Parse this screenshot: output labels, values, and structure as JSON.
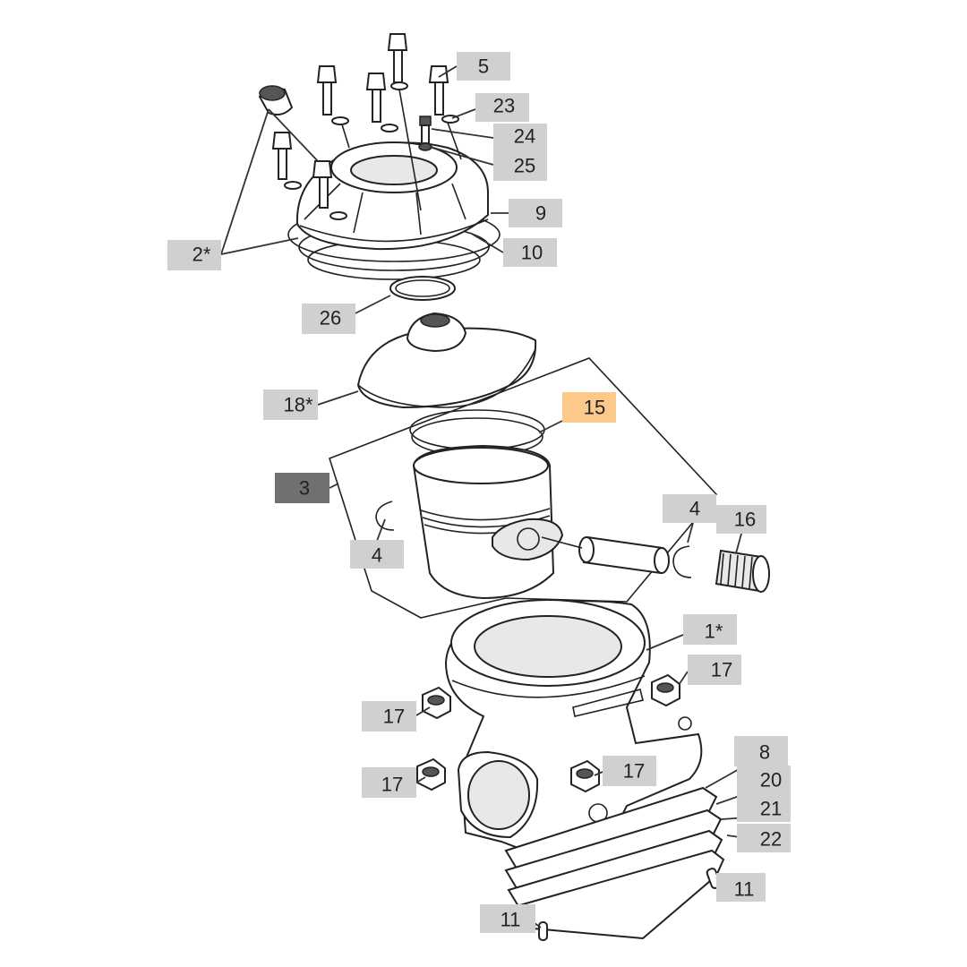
{
  "callouts": [
    {
      "id": "5",
      "label": "5"
    },
    {
      "id": "23",
      "label": "23"
    },
    {
      "id": "24",
      "label": "24"
    },
    {
      "id": "25",
      "label": "25"
    },
    {
      "id": "9",
      "label": "9"
    },
    {
      "id": "10",
      "label": "10"
    },
    {
      "id": "2",
      "label": "2*"
    },
    {
      "id": "26",
      "label": "26"
    },
    {
      "id": "18",
      "label": "18*"
    },
    {
      "id": "15",
      "label": "15",
      "highlighted": true
    },
    {
      "id": "3",
      "label": "3",
      "selected": true
    },
    {
      "id": "4a",
      "label": "4"
    },
    {
      "id": "4b",
      "label": "4"
    },
    {
      "id": "16",
      "label": "16"
    },
    {
      "id": "1",
      "label": "1*"
    },
    {
      "id": "17a",
      "label": "17"
    },
    {
      "id": "17b",
      "label": "17"
    },
    {
      "id": "17c",
      "label": "17"
    },
    {
      "id": "17d",
      "label": "17"
    },
    {
      "id": "8",
      "label": "8"
    },
    {
      "id": "20",
      "label": "20"
    },
    {
      "id": "21",
      "label": "21"
    },
    {
      "id": "22",
      "label": "22"
    },
    {
      "id": "11a",
      "label": "11"
    },
    {
      "id": "11b",
      "label": "11"
    }
  ],
  "colors": {
    "callout_bg": "#d0d0d0",
    "highlight_bg": "#fcc98b",
    "selected_bg": "#707070",
    "line": "#222222"
  }
}
